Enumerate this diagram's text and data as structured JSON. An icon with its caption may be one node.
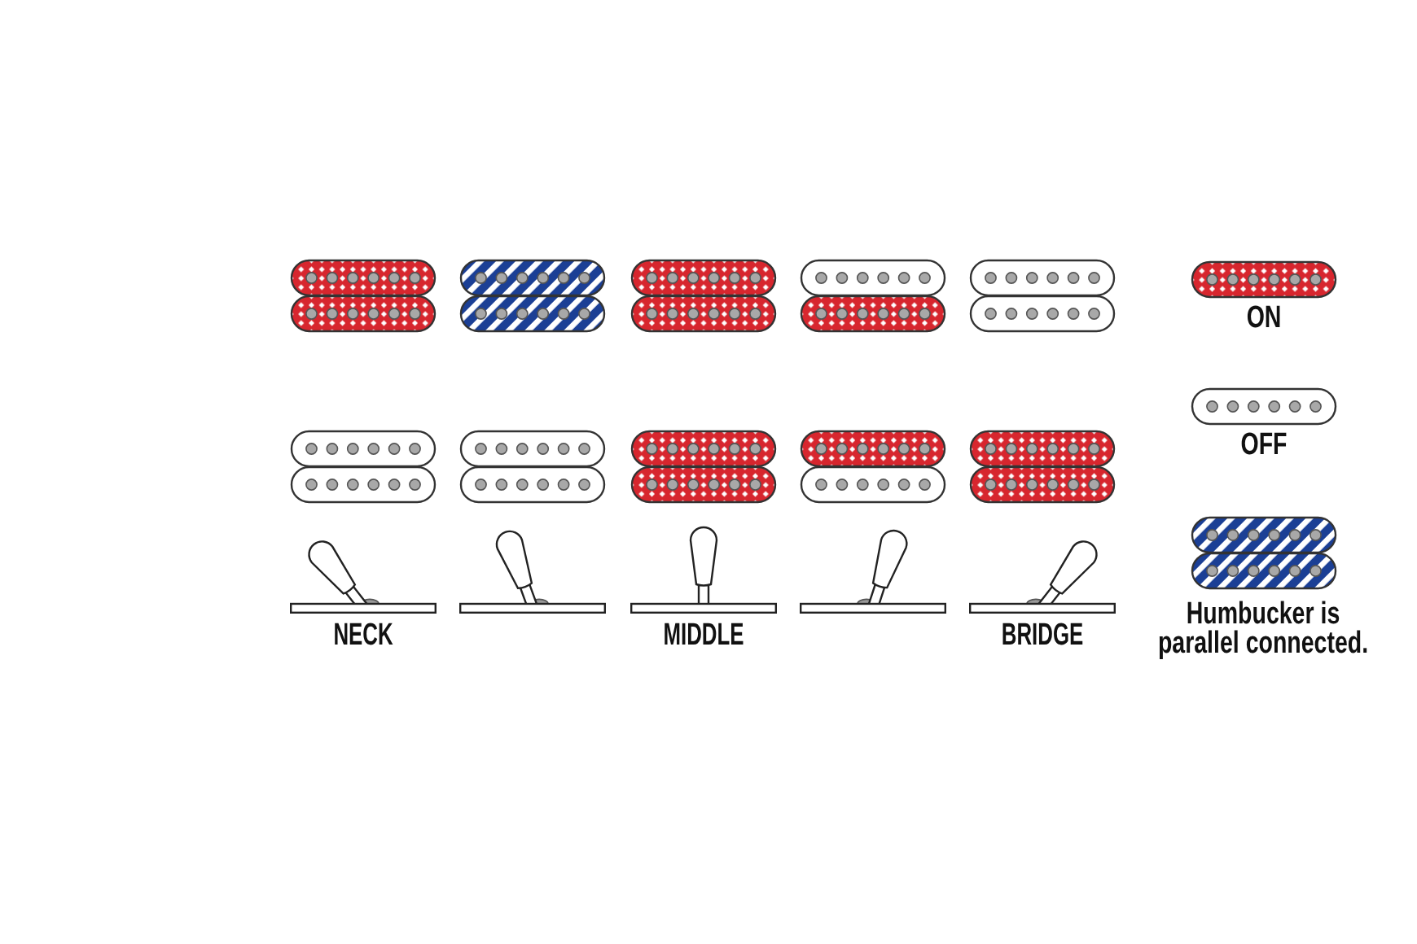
{
  "diagram": {
    "labels": [
      "NECK",
      "MIDDLE",
      "BRIDGE"
    ],
    "legend": [
      {
        "text": "ON",
        "color": "#d7262e"
      },
      {
        "text": "OFF"
      },
      {
        "text": "Humbucker is parallel connected.",
        "color": "#1b3f95"
      }
    ]
  }
}
